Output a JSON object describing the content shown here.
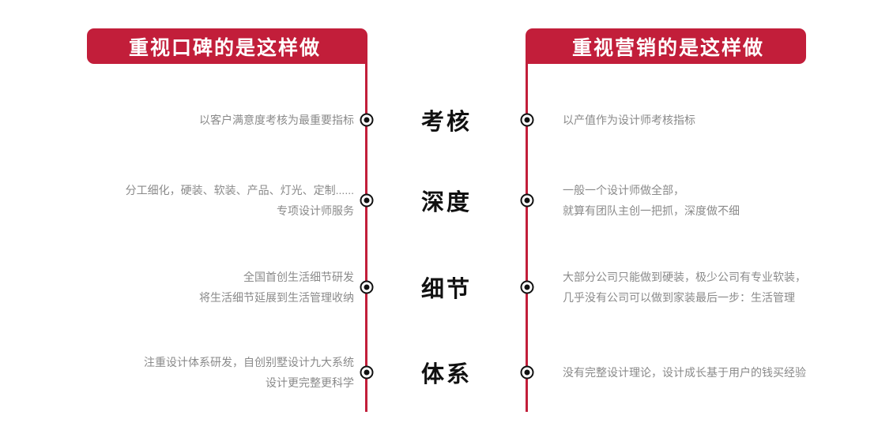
{
  "theme": {
    "accent_red": "#C21E3A",
    "text_gray": "#8a8a8a",
    "label_black": "#111111",
    "background": "#ffffff"
  },
  "headers": {
    "left": "重视口碑的是这样做",
    "right": "重视营销的是这样做"
  },
  "rows": [
    {
      "category": "考核",
      "left_lines": [
        "以客户满意度考核为最重要指标"
      ],
      "right_lines": [
        "以产值作为设计师考核指标"
      ]
    },
    {
      "category": "深度",
      "left_lines": [
        "分工细化，硬装、软装、产品、灯光、定制......",
        "专项设计师服务"
      ],
      "right_lines": [
        "一般一个设计师做全部，",
        "就算有团队主创一把抓，深度做不细"
      ]
    },
    {
      "category": "细节",
      "left_lines": [
        "全国首创生活细节研发",
        "将生活细节延展到生活管理收纳"
      ],
      "right_lines": [
        "大部分公司只能做到硬装，极少公司有专业软装，",
        "几乎没有公司可以做到家装最后一步：生活管理"
      ]
    },
    {
      "category": "体系",
      "left_lines": [
        "注重设计体系研发，自创别墅设计九大系统",
        "设计更完整更科学"
      ],
      "right_lines": [
        "没有完整设计理论，设计成长基于用户的钱买经验"
      ]
    }
  ]
}
